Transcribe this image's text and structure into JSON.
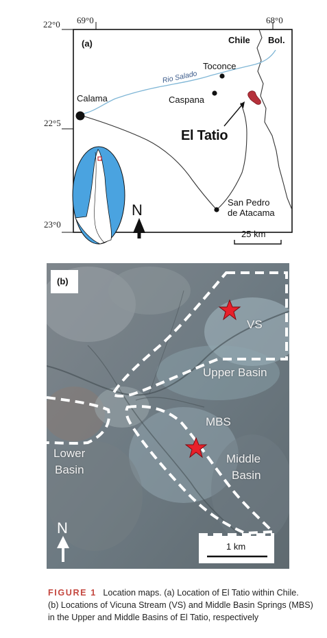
{
  "panel_a": {
    "label": "(a)",
    "coords": {
      "top_left_lat": "22°0",
      "top_left_lon": "69°0",
      "top_right_lon": "68°0",
      "lat_mid": "22°5",
      "lat_bottom": "23°0"
    },
    "countries": {
      "left": "Chile",
      "right": "Bol."
    },
    "river": "Rio Salado",
    "towns": {
      "toconce": "Toconce",
      "caspana": "Caspana",
      "calama": "Calama",
      "san_pedro_line1": "San Pedro",
      "san_pedro_line2": "de Atacama"
    },
    "site": "El Tatio",
    "north": "N",
    "scale": "25 km",
    "colors": {
      "river": "#7fb6d6",
      "site": "#b5303a",
      "inset_water": "#4aa3e0"
    }
  },
  "panel_b": {
    "label": "(b)",
    "areas": {
      "vs": "VS",
      "upper": "Upper Basin",
      "mbs": "MBS",
      "middle_line1": "Middle",
      "middle_line2": "Basin",
      "lower_line1": "Lower",
      "lower_line2": "Basin"
    },
    "north": "N",
    "scale": "1 km",
    "colors": {
      "star": "#e8202a",
      "outline": "#ffffff"
    }
  },
  "caption": {
    "figure": "FIGURE 1",
    "line1": "Location maps. (a) Location of El Tatio within Chile.",
    "line2": "(b) Locations of Vicuna Stream (VS) and Middle Basin Springs (MBS)",
    "line3": "in the Upper and Middle Basins of El Tatio, respectively"
  }
}
